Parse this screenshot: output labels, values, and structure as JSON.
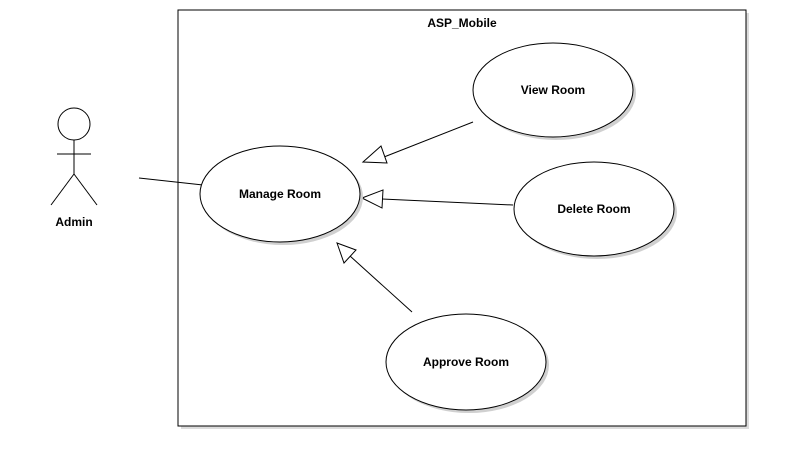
{
  "system": {
    "name": "ASP_Mobile"
  },
  "actor": {
    "name": "Admin"
  },
  "use_cases": {
    "manage": "Manage Room",
    "view": "View Room",
    "delete": "Delete Room",
    "approve": "Approve Room"
  },
  "colors": {
    "line": "#000000",
    "shadow": "#d0d0d0",
    "fill": "#ffffff"
  }
}
